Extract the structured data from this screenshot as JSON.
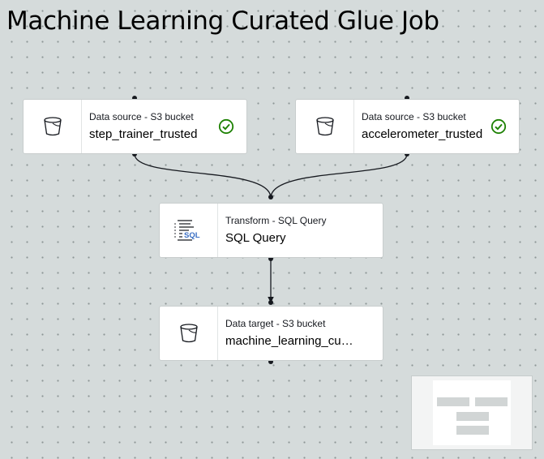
{
  "page": {
    "title": "Machine Learning Curated Glue Job"
  },
  "nodes": {
    "step_trainer_source": {
      "type": "Data source - S3 bucket",
      "label": "step_trainer_trusted",
      "icon": "s3-bucket-icon",
      "status": "success"
    },
    "accelerometer_source": {
      "type": "Data source - S3 bucket",
      "label": "accelerometer_trusted",
      "icon": "s3-bucket-icon",
      "status": "success"
    },
    "sql_transform": {
      "type": "Transform - SQL Query",
      "label": "SQL Query",
      "icon": "sql-query-icon"
    },
    "ml_target": {
      "type": "Data target - S3 bucket",
      "label": "machine_learning_cu…",
      "icon": "s3-bucket-icon"
    }
  },
  "colors": {
    "canvas_background": "#d5dbdb",
    "success_green": "#1d8102",
    "sql_badge": "#3a6fc4",
    "edge": "#16191f"
  }
}
